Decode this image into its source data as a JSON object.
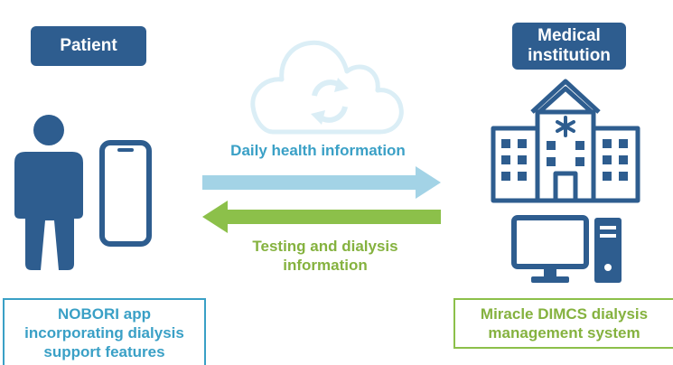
{
  "patient": {
    "label": "Patient",
    "description_lines": [
      "NOBORI app",
      "incorporating dialysis",
      "support features"
    ]
  },
  "institution": {
    "label_lines": [
      "Medical",
      "institution"
    ],
    "description_lines": [
      "Miracle DIMCS dialysis",
      "management system"
    ]
  },
  "flows": {
    "to_institution": "Daily health information",
    "to_patient_lines": [
      "Testing and dialysis",
      "information"
    ]
  },
  "icons": [
    "cloud-sync-icon",
    "person-icon",
    "smartphone-icon",
    "hospital-icon",
    "computer-icon"
  ],
  "colors": {
    "navy": "#2e5d8f",
    "blue_text": "#3aa0c6",
    "blue_arrow": "#a3d3e6",
    "green_text": "#85b23f",
    "green_arrow": "#8cc04a",
    "cloud": "#dbeef6"
  }
}
